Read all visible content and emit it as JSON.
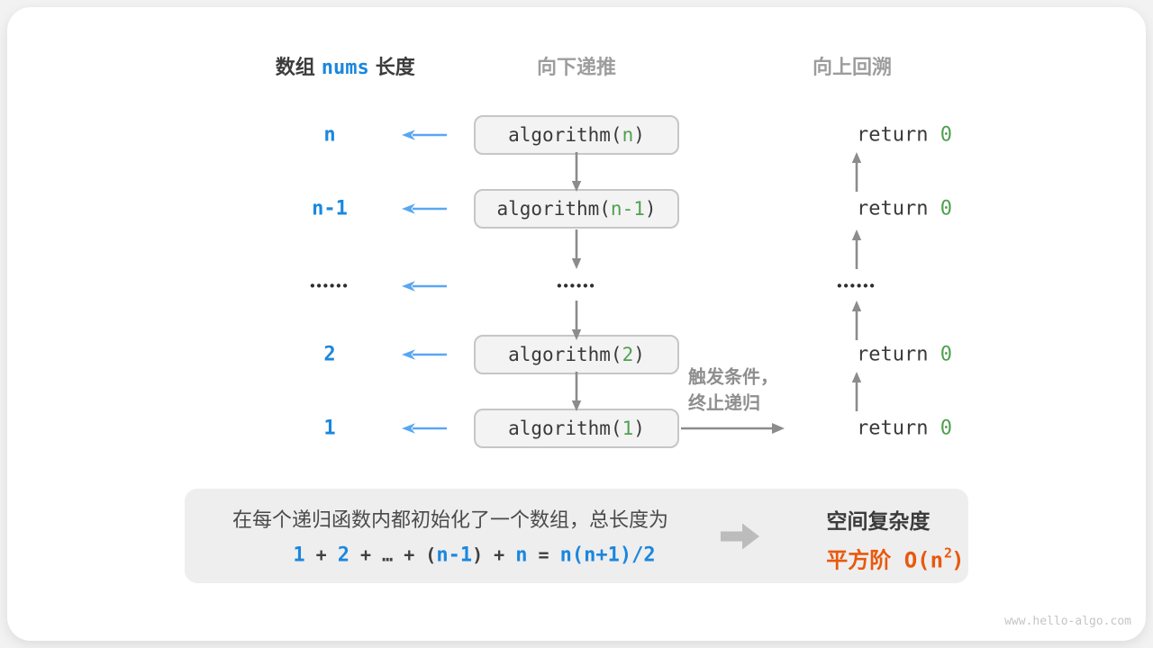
{
  "figure": {
    "watermark": "www.hello-algo.com"
  },
  "colors": {
    "accent_blue": "#1b87dd",
    "arrow_blue": "#59a7f2",
    "code_green": "#4fa050",
    "result_orange": "#e8590c",
    "arrow_gray": "#8c8c8c"
  },
  "headers": {
    "array_pre": "数组",
    "array_code": "nums",
    "array_post": "长度",
    "recurse_down": "向下递推",
    "backtrack_up": "向上回溯"
  },
  "rows": [
    {
      "label": "n",
      "call_pre": "algorithm(",
      "call_arg": "n",
      "call_post": ")",
      "ret_pre": "return ",
      "ret_val": "0"
    },
    {
      "label": "n-1",
      "call_pre": "algorithm(",
      "call_arg": "n-1",
      "call_post": ")",
      "ret_pre": "return ",
      "ret_val": "0"
    },
    {
      "label": "2",
      "call_pre": "algorithm(",
      "call_arg": "2",
      "call_post": ")",
      "ret_pre": "return ",
      "ret_val": "0"
    },
    {
      "label": "1",
      "call_pre": "algorithm(",
      "call_arg": "1",
      "call_post": ")",
      "ret_pre": "return ",
      "ret_val": "0"
    }
  ],
  "ellipsis_row": {
    "left": "••••••",
    "middle": "••••••",
    "right": "••••••"
  },
  "trigger": {
    "line1": "触发条件，",
    "line2": "终止递归"
  },
  "summary": {
    "description": "在每个递归函数内都初始化了一个数组，总长度为",
    "formula": {
      "t1": "1",
      "o1": " + ",
      "t2": "2",
      "o2": " + … + (",
      "t3": "n-1",
      "o3": ") + ",
      "t4": "n",
      "o4": " = ",
      "t5": "n(n+1)/2"
    },
    "result_title": "空间复杂度",
    "result_prefix": "平方阶 O(n",
    "result_sup": "2",
    "result_suffix": ")"
  }
}
